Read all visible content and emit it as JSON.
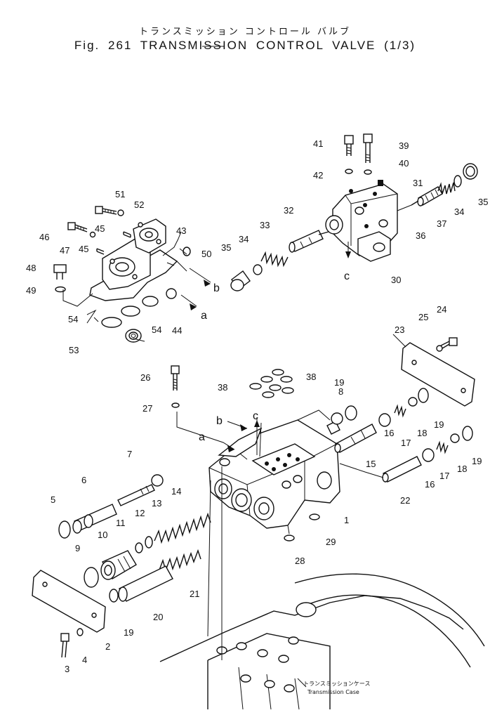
{
  "header": {
    "title_jp": "トランスミッション コントロール バルブ",
    "title_en": "Fig. 261 TRANSMISSION CONTROL VALVE (1/3)"
  },
  "parts": [
    "1",
    "2",
    "3",
    "4",
    "5",
    "6",
    "7",
    "8",
    "9",
    "10",
    "11",
    "12",
    "13",
    "14",
    "15",
    "16",
    "16",
    "17",
    "17",
    "18",
    "18",
    "19",
    "19",
    "19",
    "19",
    "20",
    "21",
    "22",
    "23",
    "24",
    "25",
    "26",
    "27",
    "28",
    "29",
    "30",
    "31",
    "32",
    "33",
    "34",
    "34",
    "35",
    "35",
    "36",
    "37",
    "38",
    "38",
    "39",
    "40",
    "41",
    "42",
    "43",
    "44",
    "45",
    "45",
    "46",
    "47",
    "48",
    "49",
    "50",
    "51",
    "52",
    "53",
    "54",
    "54"
  ],
  "callouts": [
    "a",
    "a",
    "b",
    "b",
    "c",
    "c"
  ],
  "case_label": {
    "jp": "トランスミッションケース",
    "en": "Transmission Case"
  }
}
